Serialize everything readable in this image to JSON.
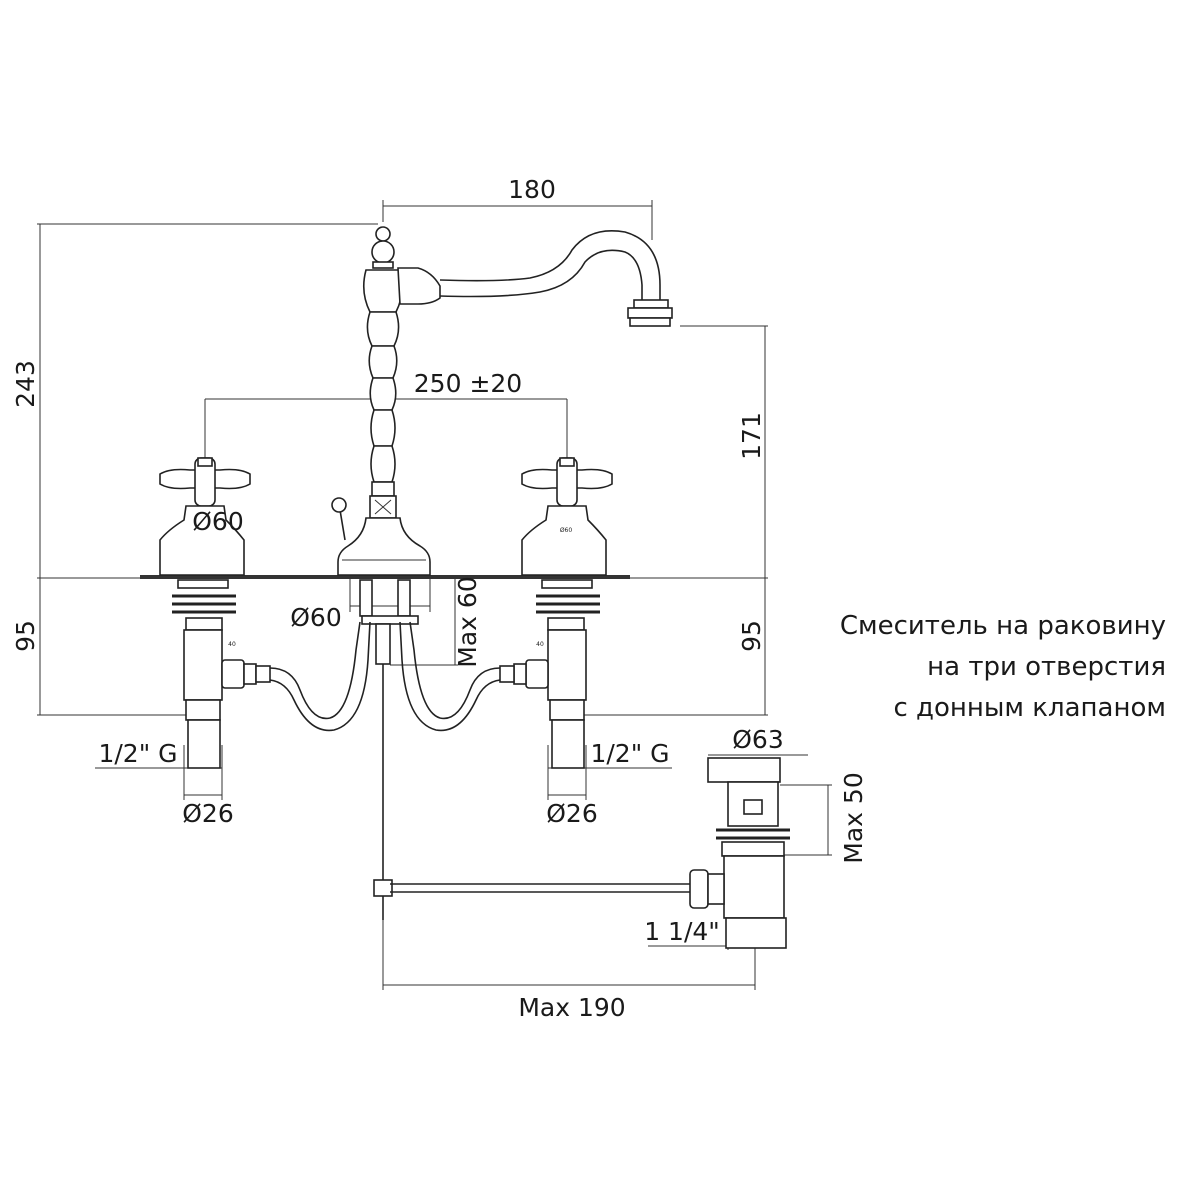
{
  "dimensions": {
    "spout_reach": "180",
    "total_height": "243",
    "spout_height": "171",
    "handle_spacing": "250 ±20",
    "left_valve_diameter": "Ø60",
    "right_valve_diameter_small": "Ø60",
    "center_base_diameter": "Ø60",
    "max_clamp_depth": "Max 60",
    "left_depth": "95",
    "right_depth": "95",
    "left_thread": "1/2\" G",
    "right_thread": "1/2\" G",
    "left_pipe_diameter": "Ø26",
    "right_pipe_diameter": "Ø26",
    "left_connector_small": "40",
    "right_connector_small": "40",
    "drain_cap_diameter": "Ø63",
    "drain_max_height": "Max 50",
    "drain_thread": "1 1/4\"",
    "rod_max_length": "Max 190"
  },
  "caption": {
    "line1": "Смеситель на раковину",
    "line2": "на три отверстия",
    "line3": "с донным клапаном"
  }
}
